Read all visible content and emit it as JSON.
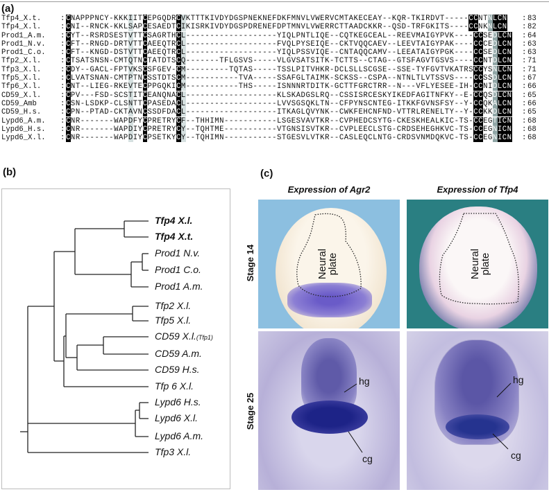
{
  "panels": {
    "a": "(a)",
    "b": "(b)",
    "c": "(c)"
  },
  "alignment": [
    {
      "name": "Tfp4_X.t.",
      "seq": "CNAPPPNCY-KKKIITCEPGQDRCVKTTTKIVDYDGSPNEKNEFDKFMNVLVWERVCMTAKECEAY--KQR-TKIRDVT-----CCNTNLCN",
      "count": "83"
    },
    {
      "name": "Tfp4_X.l.",
      "seq": "CNI--RNCK-KKLSAPCESAEDTCIKISRKIVDYDGSPDRENEFDPTMNVLVWERRCTTAADCKKR--QSD-TRFGKITS----CCNKNLCN",
      "count": "82"
    },
    {
      "name": "Prod1_A.m.",
      "seq": "CYT--RSRDSESTVTTCSAGRTHCL-------------------YIQLPNTLIQE--CQTKEGCEAL--REEVMAIGYPVK----CCSEDLCN",
      "count": "64"
    },
    {
      "name": "Prod1_N.v.",
      "seq": "CFT--RNGD-DRTVTTCAEEQTRCL-------------------FVQLPYSEIQE--CKTVQQCAEV--LEEVTAIGYPAK----CCCEDLCN",
      "count": "63"
    },
    {
      "name": "Prod1_C.o.",
      "seq": "CFT--KNGD-DSTVTTCAEEQTRCL-------------------YIQLPSSVIQE--CNTAQQCAMV--LEEATAIGYPGK----CCSEDLCN",
      "count": "63"
    },
    {
      "name": "Tfp2_X.l.",
      "seq": "CTSATSNSN-CMTQTNCTATDTSCQ-------TFLGSVS-----VLGVSATSITK-TCTTS--CTAG--GTSFAGVTGSVS----CCNTDLCN",
      "count": "71"
    },
    {
      "name": "Tfp3_X.l.",
      "seq": "CDY--GACL-FPTVKSCSFGEV-CM---------TQTAS-----TSSLPITVHKR-DCLSLLSCGSE--SSE-TYFGVTVKATRSCCYSNLCN",
      "count": "71"
    },
    {
      "name": "Tfp5_X.l.",
      "seq": "CLVATSNAN-CMTPTNCSSTDTSCM-----------TVA-----SSAFGLTAIMK-SCKSS--CSPA--NTNLTLVTSSVS----CCSSDLCN",
      "count": "67"
    },
    {
      "name": "Tfp6_X.l.",
      "seq": "CNT--LIEG-RKEVTECPPGQKICM-----------THS-----ISNNNRTDITK-GCTTFGRCTRR--N---VFLYESEE-IH-CCNIDLCN",
      "count": "66"
    },
    {
      "name": "CD59_X.l.",
      "seq": "CPV---FSD-SCSTITCEANQNACL-------------------KLSKADGSLRQ--CSSISRCESKYIKEDFAGITNFKY--E-CCQSDLCN",
      "count": "65"
    },
    {
      "name": "CD59_Amb",
      "seq": "CSN-LSDKP-CLSNTTCPASEDACL-------------------LVVSGSQKLTN--CFPYNSCNTEG-ITKKFGVNSFSY--Y-CCQKALCN",
      "count": "66"
    },
    {
      "name": "CD59_H.s.",
      "seq": "CPN--PTAD-CKTAVNCSSDFDACL-------------------ITKAGLQVYNK--CWKFEHCNFND-VTTRLRENELTY--Y-CCKKDLCN",
      "count": "65"
    },
    {
      "name": "Lypd6_A.m.",
      "seq": "CNR-------WAPDFYCPRETRYCF--THHIMN-----------LSGESVAVTKR--CVPHEDCSYTG-CKESKHEALKIC-TS-CCEGTICN",
      "count": "68"
    },
    {
      "name": "Lypd6_H.s.",
      "seq": "CNR-------WAPDIYCPRETRYCY--TQHTME-----------VTGNSISVTKR--CVPLEECLSTG-CRDSEHEGHKVC-TS-CCEGNICN",
      "count": "68"
    },
    {
      "name": "Lypd6_X.l.",
      "seq": "CNR-------WAPDIYCPSETKYCY--TQHIMN-----------STGESVLVTKR--CASLEQCLNTG-CRDSVNMDQKVC-TS-CCEGNICN",
      "count": "68"
    }
  ],
  "colon": ":",
  "tree": {
    "leaves": [
      {
        "label": "Tfp4 X.l.",
        "bold": true
      },
      {
        "label": "Tfp4 X.t.",
        "bold": true
      },
      {
        "label": "Prod1 N.v."
      },
      {
        "label": "Prod1 C.o."
      },
      {
        "label": "Prod1 A.m."
      },
      {
        "label": "Tfp2 X.l."
      },
      {
        "label": "Tfp5 X.l."
      },
      {
        "label": "CD59 X.l.",
        "note": "(Tfp1)"
      },
      {
        "label": "CD59 A.m."
      },
      {
        "label": "CD59 H.s."
      },
      {
        "label": "Tfp 6 X.l."
      },
      {
        "label": "Lypd6 H.s."
      },
      {
        "label": "Lypd6 X.l."
      },
      {
        "label": "Lypd6 A.m."
      },
      {
        "label": "Tfp3 X.l."
      }
    ]
  },
  "expression": {
    "col1": "Expression of Agr2",
    "col2": "Expression of Tfp4",
    "row1": "Stage 14",
    "row2": "Stage 25",
    "neural_plate_1": "Neural",
    "neural_plate_2": "plate",
    "hg": "hg",
    "cg": "cg"
  }
}
